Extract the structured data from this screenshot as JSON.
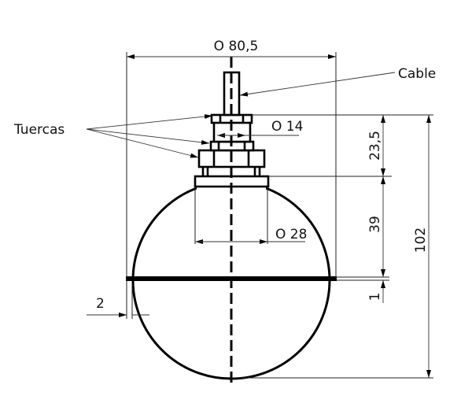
{
  "drawing": {
    "title": "Float switch dimension drawing",
    "labels": {
      "cable": "Cable",
      "nuts": "Tuercas",
      "diameter_outer": "O 80,5",
      "diameter_nut": "O 14",
      "diameter_base": "O 28",
      "height_top": "23,5",
      "height_mid": "39",
      "height_seam": "1",
      "height_total": "102",
      "wall_thickness": "2"
    },
    "dimensions_mm": {
      "sphere_diameter": 80.5,
      "nut_diameter": 14,
      "base_diameter": 28,
      "top_height": 23.5,
      "mid_height": 39,
      "seam_thickness": 1,
      "total_height": 102,
      "wall": 2
    },
    "colors": {
      "line": "#000000",
      "background": "#ffffff"
    }
  }
}
